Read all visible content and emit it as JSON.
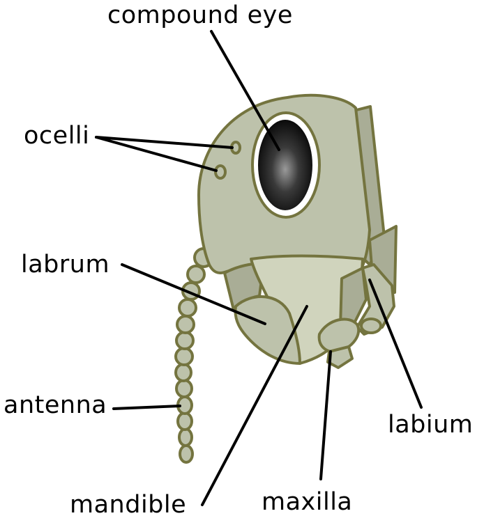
{
  "labels": {
    "compound_eye": "compound eye",
    "ocelli": "ocelli",
    "labrum": "labrum",
    "antenna": "antenna",
    "mandible": "mandible",
    "maxilla": "maxilla",
    "labium": "labium"
  },
  "colors": {
    "head_fill": "#bdc2ab",
    "mouthpart_fill": "#a9ad96",
    "light_fill": "#d0d4bd",
    "outline": "#74743f",
    "eye": "#111111",
    "eye_ring": "#ffffff"
  }
}
